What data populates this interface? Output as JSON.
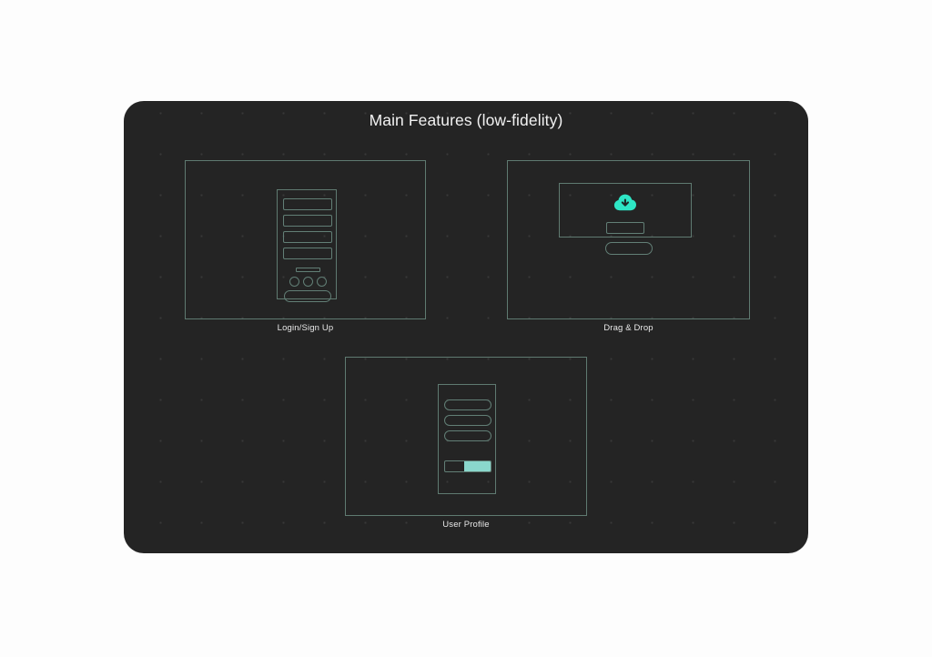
{
  "page": {
    "background_color": "#fdfdfd"
  },
  "canvas": {
    "title": "Main Features (low-fidelity)",
    "background_color": "#242424",
    "grid": "dot-grid",
    "accent_color": "#2EE6C5",
    "accent_fill_color": "#8AD7CC",
    "wireframe_stroke_color": "#5F7A71"
  },
  "panels": [
    {
      "id": "login",
      "caption": "Login/Sign Up",
      "icon": "none",
      "elements": {
        "fields": [
          "field-1",
          "field-2",
          "field-3",
          "field-4"
        ],
        "small_bar": "divider-bar",
        "circles": [
          "social-icon-1",
          "social-icon-2",
          "social-icon-3"
        ],
        "submit": "submit-pill-button"
      }
    },
    {
      "id": "drag-drop",
      "caption": "Drag & Drop",
      "icon": "cloud-download-icon",
      "elements": {
        "drop_zone": "drop-zone-box",
        "file_bar": "file-name-bar",
        "button": "upload-pill-button"
      }
    },
    {
      "id": "user-profile",
      "caption": "User Profile",
      "icon": "none",
      "elements": {
        "fields": [
          "field-1",
          "field-2",
          "field-3"
        ],
        "toggle": {
          "off_ratio": "42%",
          "on_ratio": "58%",
          "on_color": "#8AD7CC"
        }
      }
    }
  ]
}
